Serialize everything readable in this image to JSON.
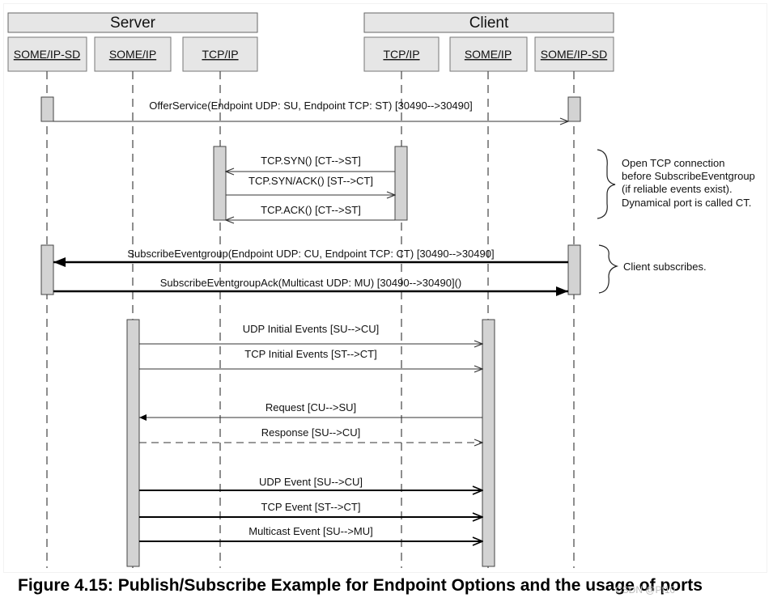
{
  "groups": {
    "server": "Server",
    "client": "Client"
  },
  "lifelines": [
    {
      "label": "SOME/IP-SD"
    },
    {
      "label": "SOME/IP"
    },
    {
      "label": "TCP/IP"
    },
    {
      "label": "TCP/IP"
    },
    {
      "label": "SOME/IP"
    },
    {
      "label": "SOME/IP-SD"
    }
  ],
  "messages": [
    {
      "label": "OfferService(Endpoint UDP: SU, Endpoint TCP: ST) [30490-->30490]"
    },
    {
      "label": "TCP.SYN() [CT-->ST]"
    },
    {
      "label": "TCP.SYN/ACK() [ST-->CT]"
    },
    {
      "label": "TCP.ACK() [CT-->ST]"
    },
    {
      "label": "SubscribeEventgroup(Endpoint UDP: CU, Endpoint TCP: CT) [30490-->30490]"
    },
    {
      "label": "SubscribeEventgroupAck(Multicast UDP: MU) [30490-->30490]()"
    },
    {
      "label": "UDP Initial Events [SU-->CU]"
    },
    {
      "label": "TCP Initial Events [ST-->CT]"
    },
    {
      "label": "Request [CU-->SU]"
    },
    {
      "label": "Response [SU-->CU]"
    },
    {
      "label": "UDP Event [SU-->CU]"
    },
    {
      "label": "TCP Event [ST-->CT]"
    },
    {
      "label": "Multicast Event [SU-->MU]"
    }
  ],
  "notes": {
    "tcp_connection": [
      "Open TCP connection",
      "before SubscribeEventgroup",
      "(if reliable events exist).",
      "Dynamical port is called CT."
    ],
    "client_subscribes": "Client subscribes."
  },
  "caption": "Figure 4.15: Publish/Subscribe Example for Endpoint Options and the usage of ports",
  "watermark": "CSDN @Pf10"
}
